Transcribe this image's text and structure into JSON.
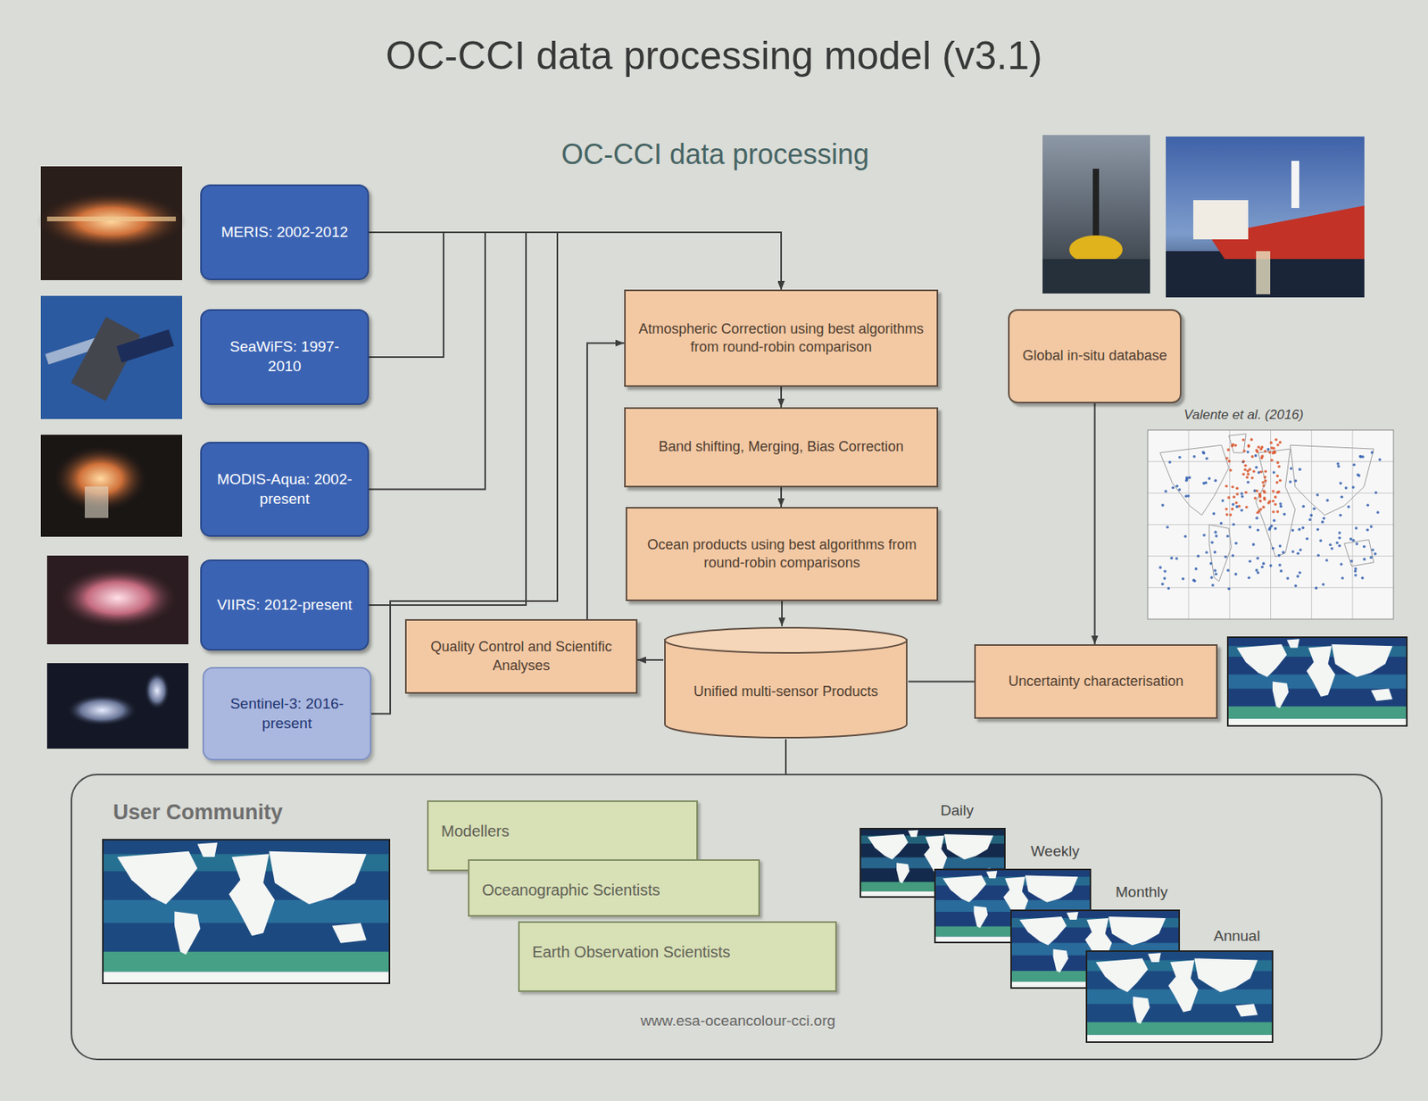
{
  "diagram": {
    "title": "OC-CCI data processing model (v3.1)",
    "nodes": [
      {
        "text": [
          "MERIS: 2002-2012"
        ]
      },
      {
        "text": [
          "SeaWiFS: 1997-2010"
        ]
      },
      {
        "text": [
          "MODIS-Aqua: 2002-present"
        ]
      },
      {
        "text": [
          "VIIRS: 2012-present"
        ]
      },
      {
        "text": [
          "Sentinel-3: 2016-present"
        ]
      },
      {
        "text": [
          "Atmospheric Correction using best algorithms from round-robin comparison"
        ]
      },
      {
        "text": [
          "Band shifting, Merging, Bias Correction"
        ]
      },
      {
        "text": [
          "Ocean products using best algorithms from round-robin comparisons"
        ]
      },
      {
        "text": [
          "Quality Control and Scientific Analyses"
        ]
      },
      {
        "text": [
          "Unified multi-sensor Products"
        ]
      },
      {
        "text": [
          "Global in-situ database"
        ]
      },
      {
        "text": [
          "Uncertainty characterisation"
        ]
      },
      {
        "text": [
          "User Community"
        ]
      },
      {
        "text": [
          "Modellers"
        ],
        "in": 12
      },
      {
        "text": [
          "Oceanographic Scientists"
        ],
        "in": 12
      },
      {
        "text": [
          "Earth Observation Scientists"
        ],
        "in": 12
      }
    ],
    "edges": [
      {
        "from": 0,
        "to": 5,
        "arrow": "to"
      },
      {
        "from": 1,
        "to": 5,
        "arrow": "to"
      },
      {
        "from": 2,
        "to": 5,
        "arrow": "to"
      },
      {
        "from": 3,
        "to": 5,
        "arrow": "to"
      },
      {
        "from": 4,
        "to": 5,
        "arrow": "to"
      },
      {
        "from": 5,
        "to": 6,
        "arrow": "to"
      },
      {
        "from": 6,
        "to": 7,
        "arrow": "to"
      },
      {
        "from": 7,
        "to": 9,
        "arrow": "to"
      },
      {
        "from": 9,
        "to": 8,
        "arrow": "to"
      },
      {
        "from": 8,
        "to": 5,
        "arrow": "to"
      },
      {
        "from": 10,
        "to": 11,
        "arrow": "to"
      },
      {
        "from": 11,
        "to": 9,
        "arrow": "none"
      },
      {
        "from": 9,
        "to": 12,
        "arrow": "none"
      }
    ],
    "labels": [
      "OC-CCI data processing",
      "Valente et al. (2016)",
      "Daily",
      "Weekly",
      "Monthly",
      "Annual",
      "www.esa-oceancolour-cci.org"
    ]
  }
}
